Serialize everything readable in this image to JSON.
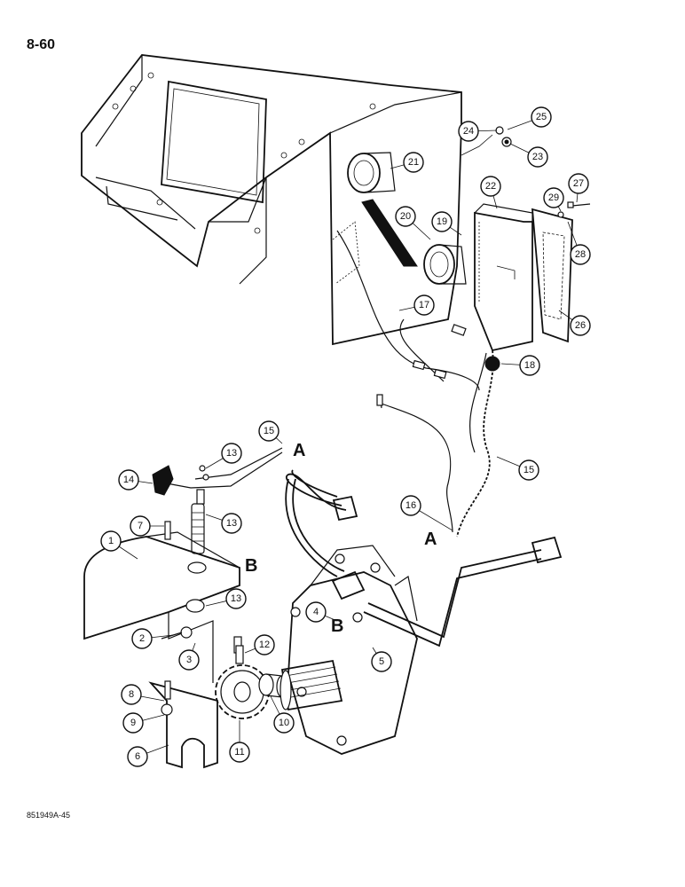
{
  "page": {
    "page_number": "8-60",
    "figure_code": "851949A-45"
  },
  "callouts": [
    "1",
    "2",
    "3",
    "4",
    "5",
    "6",
    "7",
    "8",
    "9",
    "10",
    "11",
    "12",
    "13",
    "13",
    "13",
    "13",
    "14",
    "15",
    "15",
    "16",
    "17",
    "18",
    "19",
    "20",
    "21",
    "22",
    "23",
    "24",
    "25",
    "26",
    "27",
    "28",
    "29"
  ],
  "view_labels": [
    "A",
    "A",
    "B",
    "B"
  ]
}
